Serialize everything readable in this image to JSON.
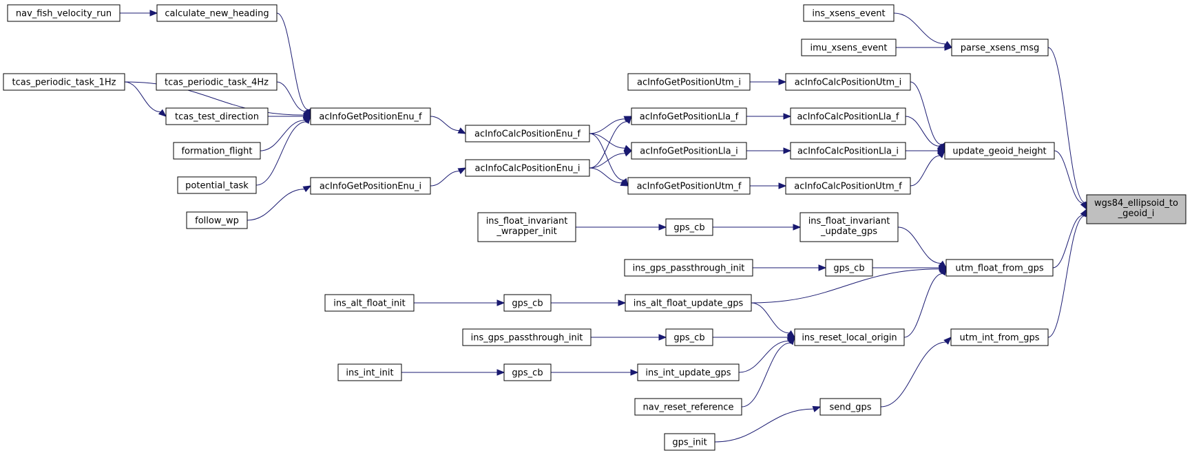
{
  "colors": {
    "edge": "#191970",
    "root_fill": "#bfbfbf",
    "node_fill": "#ffffff",
    "node_stroke": "#000000"
  },
  "nodes": {
    "wgs84": [
      "wgs84_ellipsoid_to",
      "_geoid_i"
    ],
    "nav_fish": [
      "nav_fish_velocity_run"
    ],
    "calc_heading": [
      "calculate_new_heading"
    ],
    "ins_xsens": [
      "ins_xsens_event"
    ],
    "imu_xsens": [
      "imu_xsens_event"
    ],
    "parse_xsens": [
      "parse_xsens_msg"
    ],
    "tcas_1hz": [
      "tcas_periodic_task_1Hz"
    ],
    "tcas_4hz": [
      "tcas_periodic_task_4Hz"
    ],
    "tcas_test": [
      "tcas_test_direction"
    ],
    "formation": [
      "formation_flight"
    ],
    "potential": [
      "potential_task"
    ],
    "follow_wp": [
      "follow_wp"
    ],
    "get_enu_f": [
      "acInfoGetPositionEnu_f"
    ],
    "get_enu_i": [
      "acInfoGetPositionEnu_i"
    ],
    "calc_enu_f": [
      "acInfoCalcPositionEnu_f"
    ],
    "calc_enu_i": [
      "acInfoCalcPositionEnu_i"
    ],
    "get_utm_i": [
      "acInfoGetPositionUtm_i"
    ],
    "get_lla_f": [
      "acInfoGetPositionLla_f"
    ],
    "get_lla_i": [
      "acInfoGetPositionLla_i"
    ],
    "get_utm_f": [
      "acInfoGetPositionUtm_f"
    ],
    "calc_utm_i": [
      "acInfoCalcPositionUtm_i"
    ],
    "calc_lla_f": [
      "acInfoCalcPositionLla_f"
    ],
    "calc_lla_i": [
      "acInfoCalcPositionLla_i"
    ],
    "calc_utm_f": [
      "acInfoCalcPositionUtm_f"
    ],
    "update_geoid": [
      "update_geoid_height"
    ],
    "ins_fi_wrap": [
      "ins_float_invariant",
      "_wrapper_init"
    ],
    "gps_cb_1": [
      "gps_cb"
    ],
    "ins_fi_upd": [
      "ins_float_invariant",
      "_update_gps"
    ],
    "ins_gps_pt_1": [
      "ins_gps_passthrough_init"
    ],
    "gps_cb_2": [
      "gps_cb"
    ],
    "utm_float": [
      "utm_float_from_gps"
    ],
    "ins_alt_init": [
      "ins_alt_float_init"
    ],
    "gps_cb_3": [
      "gps_cb"
    ],
    "ins_alt_upd": [
      "ins_alt_float_update_gps"
    ],
    "ins_gps_pt_2": [
      "ins_gps_passthrough_init"
    ],
    "gps_cb_4": [
      "gps_cb"
    ],
    "ins_reset": [
      "ins_reset_local_origin"
    ],
    "utm_int": [
      "utm_int_from_gps"
    ],
    "ins_int_init": [
      "ins_int_init"
    ],
    "gps_cb_5": [
      "gps_cb"
    ],
    "ins_int_upd": [
      "ins_int_update_gps"
    ],
    "nav_reset": [
      "nav_reset_reference"
    ],
    "send_gps": [
      "send_gps"
    ],
    "gps_init": [
      "gps_init"
    ]
  },
  "edges": [
    [
      "nav_fish",
      "calc_heading"
    ],
    [
      "calc_heading",
      "get_enu_f"
    ],
    [
      "tcas_1hz",
      "get_enu_f"
    ],
    [
      "tcas_1hz",
      "tcas_test"
    ],
    [
      "tcas_4hz",
      "get_enu_f"
    ],
    [
      "tcas_test",
      "get_enu_f"
    ],
    [
      "formation",
      "get_enu_f"
    ],
    [
      "potential",
      "get_enu_f"
    ],
    [
      "follow_wp",
      "get_enu_i"
    ],
    [
      "get_enu_f",
      "calc_enu_f"
    ],
    [
      "get_enu_i",
      "calc_enu_i"
    ],
    [
      "calc_enu_f",
      "get_lla_f"
    ],
    [
      "calc_enu_f",
      "get_lla_i"
    ],
    [
      "calc_enu_i",
      "get_lla_f"
    ],
    [
      "calc_enu_i",
      "get_lla_i"
    ],
    [
      "calc_enu_i",
      "get_utm_f"
    ],
    [
      "calc_enu_f",
      "get_utm_f"
    ],
    [
      "get_utm_i",
      "calc_utm_i"
    ],
    [
      "get_lla_f",
      "calc_lla_f"
    ],
    [
      "get_lla_i",
      "calc_lla_i"
    ],
    [
      "get_utm_f",
      "calc_utm_f"
    ],
    [
      "calc_utm_i",
      "update_geoid"
    ],
    [
      "calc_lla_f",
      "update_geoid"
    ],
    [
      "calc_lla_i",
      "update_geoid"
    ],
    [
      "calc_utm_f",
      "update_geoid"
    ],
    [
      "ins_xsens",
      "parse_xsens"
    ],
    [
      "imu_xsens",
      "parse_xsens"
    ],
    [
      "parse_xsens",
      "wgs84"
    ],
    [
      "update_geoid",
      "wgs84"
    ],
    [
      "ins_fi_wrap",
      "gps_cb_1"
    ],
    [
      "gps_cb_1",
      "ins_fi_upd"
    ],
    [
      "ins_fi_upd",
      "utm_float"
    ],
    [
      "ins_gps_pt_1",
      "gps_cb_2"
    ],
    [
      "gps_cb_2",
      "utm_float"
    ],
    [
      "ins_alt_init",
      "gps_cb_3"
    ],
    [
      "gps_cb_3",
      "ins_alt_upd"
    ],
    [
      "ins_alt_upd",
      "utm_float"
    ],
    [
      "ins_alt_upd",
      "ins_reset"
    ],
    [
      "ins_gps_pt_2",
      "gps_cb_4"
    ],
    [
      "gps_cb_4",
      "ins_reset"
    ],
    [
      "ins_reset",
      "utm_float"
    ],
    [
      "ins_int_init",
      "gps_cb_5"
    ],
    [
      "gps_cb_5",
      "ins_int_upd"
    ],
    [
      "ins_int_upd",
      "ins_reset"
    ],
    [
      "nav_reset",
      "ins_reset"
    ],
    [
      "utm_float",
      "wgs84"
    ],
    [
      "utm_int",
      "wgs84"
    ],
    [
      "send_gps",
      "utm_int"
    ],
    [
      "gps_init",
      "send_gps"
    ]
  ]
}
